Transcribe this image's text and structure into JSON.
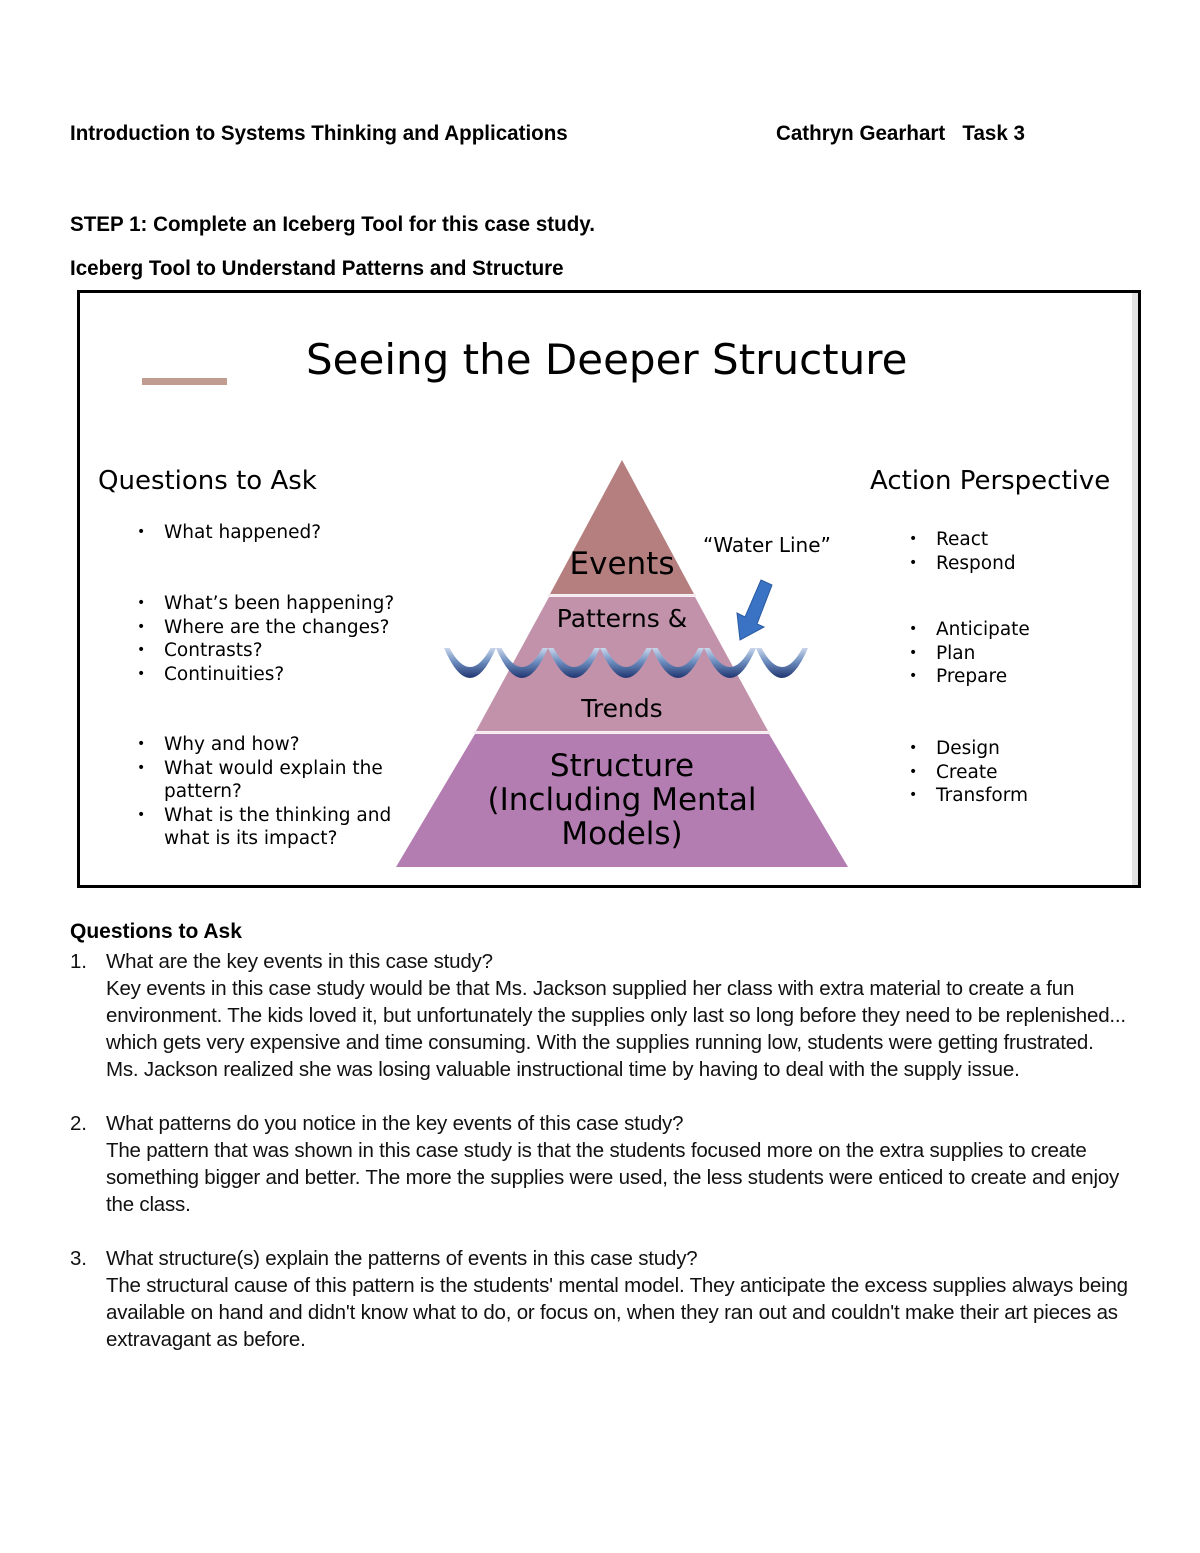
{
  "header": {
    "course_title": "Introduction to Systems Thinking and Applications",
    "author_task": "Cathryn Gearhart   Task 3"
  },
  "step": {
    "instruction": "STEP 1: Complete an Iceberg Tool for this case study.",
    "tool_title": "Iceberg Tool to Understand Patterns and Structure"
  },
  "figure": {
    "title": "Seeing the Deeper Structure",
    "accent_color": "#c09d90",
    "questions_heading": "Questions to Ask",
    "questions_groups": [
      [
        "What happened?"
      ],
      [
        "What’s been happening?",
        "Where are the changes?",
        "Contrasts?",
        "Continuities?"
      ],
      [
        "Why and how?",
        "What would explain the pattern?",
        "What is the thinking and what is its impact?"
      ]
    ],
    "action_heading": "Action Perspective",
    "action_groups": [
      [
        "React",
        "Respond"
      ],
      [
        "Anticipate",
        "Plan",
        "Prepare"
      ],
      [
        "Design",
        "Create",
        "Transform"
      ]
    ],
    "pyramid": {
      "events": "Events",
      "patterns": "Patterns &",
      "trends": "Trends",
      "structure_lines": [
        "Structure",
        "(Including Mental",
        "Models)"
      ],
      "colors": {
        "events": "#b67f7f",
        "patterns_trends": "#c292ab",
        "structure": "#b47db2",
        "arrow": "#3a73c4",
        "wave_dark": "#1f3570",
        "wave_light": "#c9d6ea"
      }
    },
    "water_line_label": "“Water Line”"
  },
  "qa": {
    "heading": "Questions to Ask",
    "items": [
      {
        "number": "1.",
        "question": "What are the key events in this case study?",
        "answer": "Key events in this case study would be that Ms. Jackson supplied her class with extra material to create a fun environment. The kids loved it, but unfortunately the supplies only last so long before they need to be replenished... which gets very expensive and time consuming. With the supplies running low, students were getting frustrated. Ms. Jackson realized she was losing valuable instructional time by having to deal with the supply issue."
      },
      {
        "number": "2.",
        "question": "What patterns do you notice in the key events of this case study?",
        "answer": "The pattern that was shown in this case study is that the students focused more on the extra supplies to create something bigger and better. The more the supplies were used, the less students were enticed to create and enjoy the class."
      },
      {
        "number": "3.",
        "question": "What structure(s) explain the patterns of events in this case study?",
        "answer": "The structural cause of this pattern is the students' mental model. They anticipate the excess supplies always being available on hand and didn't know what to do, or focus on, when they ran out and couldn't make their art pieces as extravagant as before."
      }
    ]
  }
}
